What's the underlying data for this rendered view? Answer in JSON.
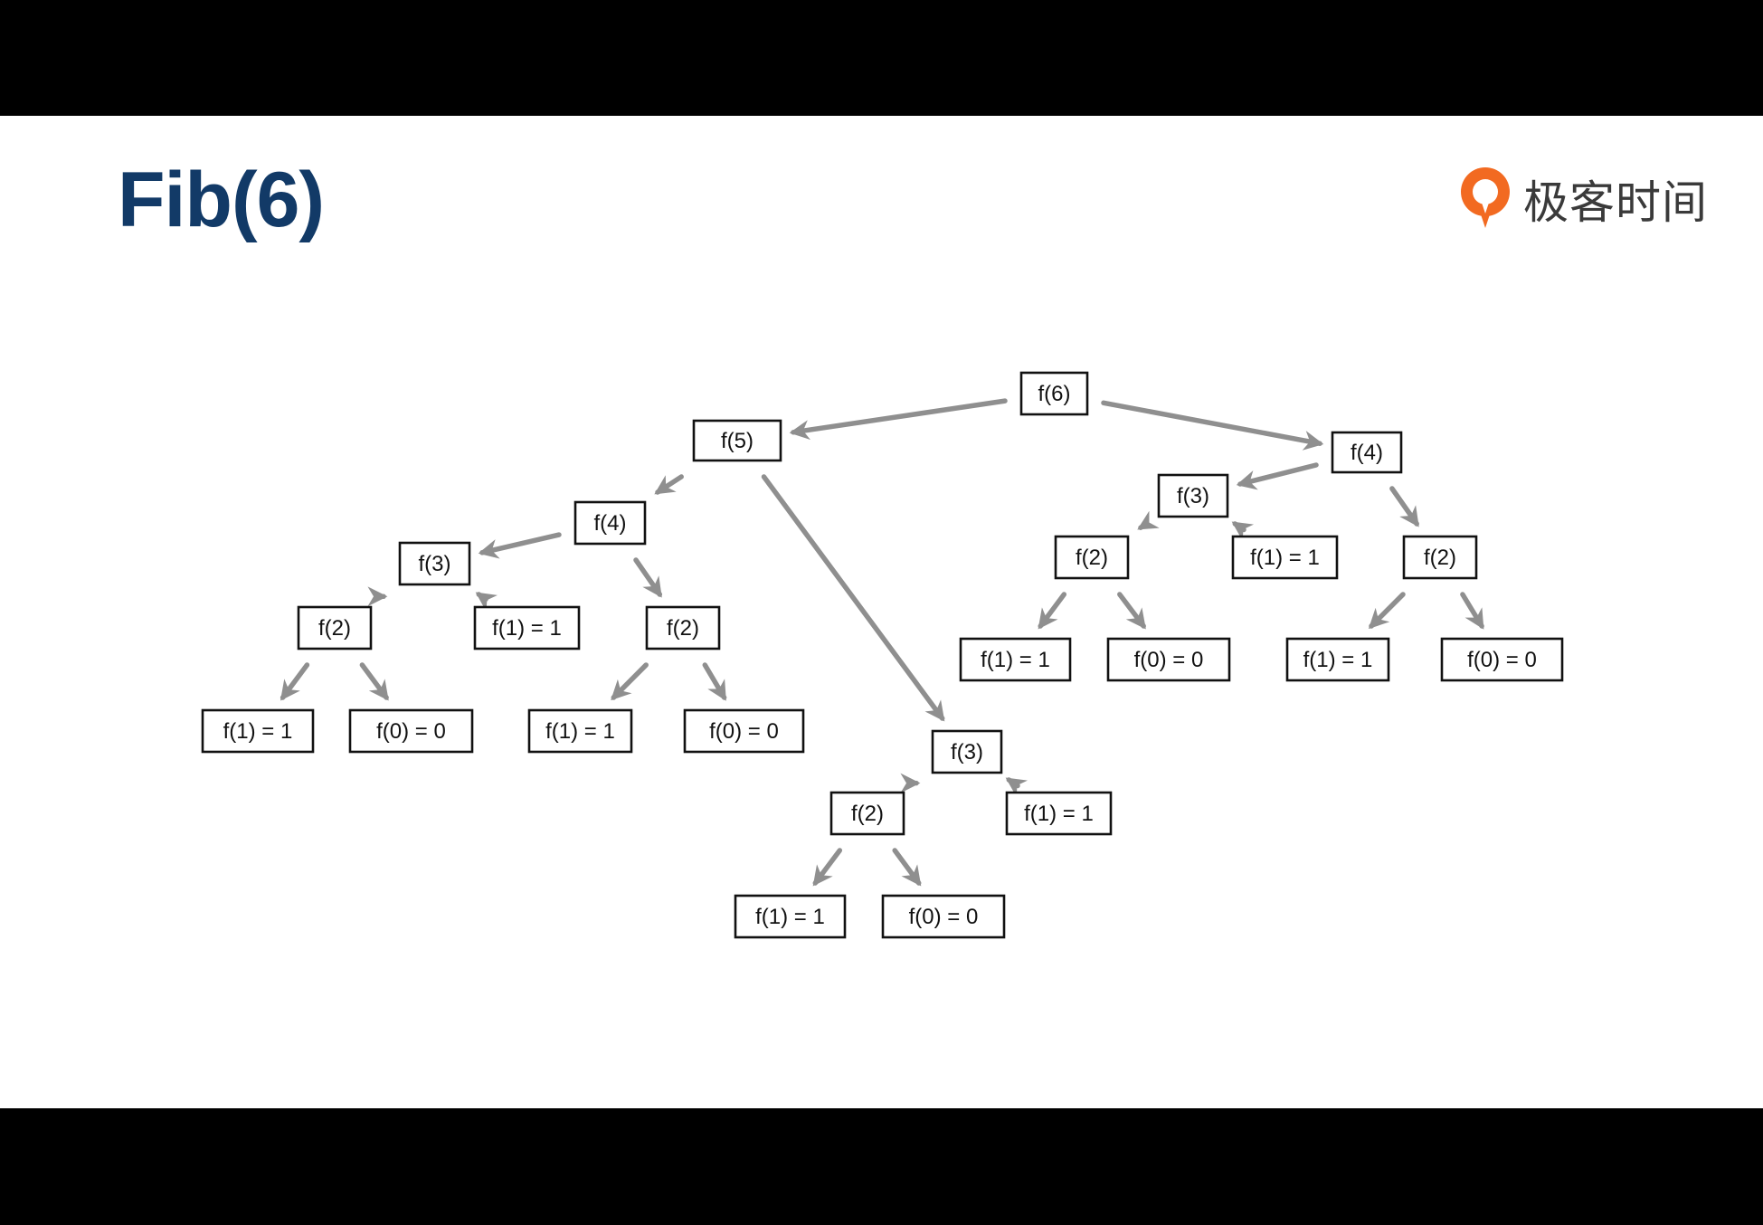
{
  "slide": {
    "title": "Fib(6)",
    "brand": {
      "name": "极客时间",
      "icon": "geektime-logo-icon",
      "accent": "#f26a21"
    }
  },
  "colors": {
    "title": "#123a67",
    "edge": "#8f8f8f",
    "node_border": "#111111",
    "background": "#ffffff",
    "letterbox": "#000000"
  },
  "tree": {
    "nodes": [
      {
        "id": "n6",
        "label": "f(6)"
      },
      {
        "id": "n5",
        "label": "f(5)"
      },
      {
        "id": "n4a",
        "label": "f(4)"
      },
      {
        "id": "n3a",
        "label": "f(3)"
      },
      {
        "id": "n2a",
        "label": "f(2)"
      },
      {
        "id": "n1a",
        "label": "f(1) = 1"
      },
      {
        "id": "n0a",
        "label": "f(0) = 0"
      },
      {
        "id": "n1b",
        "label": "f(1) = 1"
      },
      {
        "id": "n2b",
        "label": "f(2)"
      },
      {
        "id": "n1c",
        "label": "f(1) = 1"
      },
      {
        "id": "n0b",
        "label": "f(0) = 0"
      },
      {
        "id": "n3b",
        "label": "f(3)"
      },
      {
        "id": "n2c",
        "label": "f(2)"
      },
      {
        "id": "n1d",
        "label": "f(1) = 1"
      },
      {
        "id": "n0c",
        "label": "f(0) = 0"
      },
      {
        "id": "n1e",
        "label": "f(1) = 1"
      },
      {
        "id": "n4b",
        "label": "f(4)"
      },
      {
        "id": "n3c",
        "label": "f(3)"
      },
      {
        "id": "n2d",
        "label": "f(2)"
      },
      {
        "id": "n1f",
        "label": "f(1) = 1"
      },
      {
        "id": "n0d",
        "label": "f(0) = 0"
      },
      {
        "id": "n1g",
        "label": "f(1) = 1"
      },
      {
        "id": "n2e",
        "label": "f(2)"
      },
      {
        "id": "n1h",
        "label": "f(1) = 1"
      },
      {
        "id": "n0e",
        "label": "f(0) = 0"
      }
    ],
    "edges": [
      [
        "n6",
        "n5"
      ],
      [
        "n6",
        "n4b"
      ],
      [
        "n5",
        "n4a"
      ],
      [
        "n5",
        "n3b"
      ],
      [
        "n4a",
        "n3a"
      ],
      [
        "n4a",
        "n2b"
      ],
      [
        "n3a",
        "n2a"
      ],
      [
        "n3a",
        "n1b"
      ],
      [
        "n2a",
        "n1a"
      ],
      [
        "n2a",
        "n0a"
      ],
      [
        "n2b",
        "n1c"
      ],
      [
        "n2b",
        "n0b"
      ],
      [
        "n3b",
        "n2c"
      ],
      [
        "n3b",
        "n1e"
      ],
      [
        "n2c",
        "n1d"
      ],
      [
        "n2c",
        "n0c"
      ],
      [
        "n4b",
        "n3c"
      ],
      [
        "n4b",
        "n2e"
      ],
      [
        "n3c",
        "n2d"
      ],
      [
        "n3c",
        "n1g"
      ],
      [
        "n2d",
        "n1f"
      ],
      [
        "n2d",
        "n0d"
      ],
      [
        "n2e",
        "n1h"
      ],
      [
        "n2e",
        "n0e"
      ]
    ]
  }
}
